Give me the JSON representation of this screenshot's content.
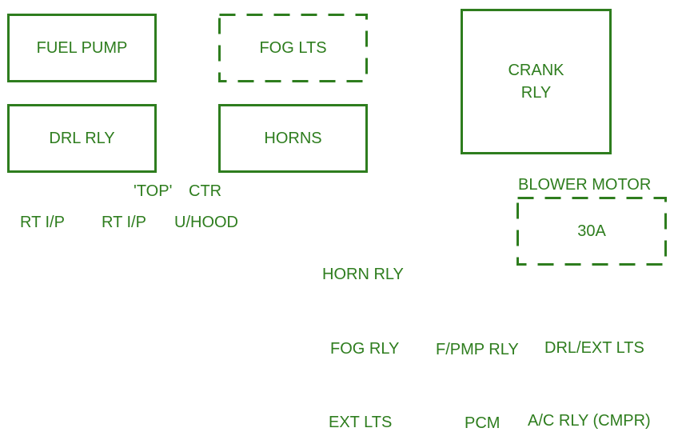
{
  "boxes": {
    "fuel_pump": "FUEL PUMP",
    "fog_lts": "FOG LTS",
    "drl_rly": "DRL RLY",
    "horns": "HORNS",
    "crank_rly_line1": "CRANK",
    "crank_rly_line2": "RLY",
    "blower_motor_fuse": "30A"
  },
  "labels": {
    "top": "'TOP'",
    "ctr": "CTR",
    "blower_motor": "BLOWER MOTOR",
    "rt_ip_1": "RT I/P",
    "rt_ip_2": "RT I/P",
    "u_hood": "U/HOOD",
    "horn_rly": "HORN RLY",
    "fog_rly": "FOG RLY",
    "f_pmp_rly": "F/PMP RLY",
    "drl_ext_lts": "DRL/EXT LTS",
    "ext_lts": "EXT LTS",
    "pcm": "PCM",
    "ac_rly": "A/C RLY (CMPR)"
  },
  "colors": {
    "line": "#2e7d1e",
    "background": "#ffffff"
  }
}
